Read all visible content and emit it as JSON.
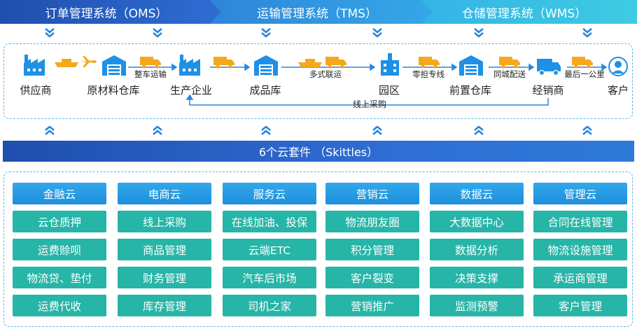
{
  "systems": [
    {
      "label": "订单管理系统（OMS）"
    },
    {
      "label": "运输管理系统（TMS）"
    },
    {
      "label": "仓储管理系统（WMS）"
    }
  ],
  "flow": {
    "nodes": [
      "供应商",
      "原材料仓库",
      "生产企业",
      "成品库",
      "园区",
      "前置仓库",
      "经销商",
      "客户"
    ],
    "links": [
      "整车运输",
      "多式联运",
      "零担专线",
      "同城配送",
      "最后一公里"
    ],
    "online_purchase": "线上采购"
  },
  "suite_title": "6个云套件 （Skittles）",
  "clouds": [
    {
      "name": "金融云",
      "items": [
        "云仓质押",
        "运费赊呗",
        "物流贷、垫付",
        "运费代收"
      ]
    },
    {
      "name": "电商云",
      "items": [
        "线上采购",
        "商品管理",
        "财务管理",
        "库存管理"
      ]
    },
    {
      "name": "服务云",
      "items": [
        "在线加油、投保",
        "云端ETC",
        "汽车后市场",
        "司机之家"
      ]
    },
    {
      "name": "营销云",
      "items": [
        "物流朋友圈",
        "积分管理",
        "客户裂变",
        "营销推广"
      ]
    },
    {
      "name": "数据云",
      "items": [
        "大数据中心",
        "数据分析",
        "决策支撑",
        "监测预警"
      ]
    },
    {
      "name": "管理云",
      "items": [
        "合同在线管理",
        "物流设施管理",
        "承运商管理",
        "客户管理"
      ]
    }
  ],
  "colors": {
    "banner_dark": "#1f4fae",
    "banner_light": "#3ecbe3",
    "icon_blue": "#1e90e6",
    "truck_orange": "#f5a81e",
    "item_teal": "#26b5a7",
    "header_blue": "#2196e0"
  }
}
